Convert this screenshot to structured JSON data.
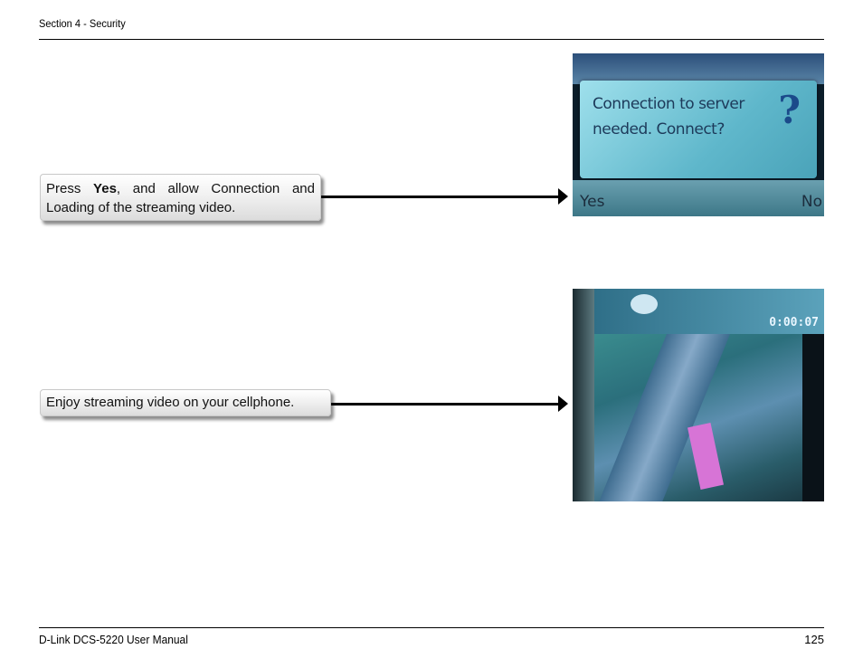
{
  "header": {
    "section": "Section 4 - Security"
  },
  "callouts": {
    "first": {
      "prefix": "Press ",
      "bold": "Yes",
      "suffix": ", and allow Connection and Loading of the streaming video."
    },
    "second": {
      "text": "Enjoy streaming video on your cellphone."
    }
  },
  "screen1": {
    "dialog_line1": "Connection to server",
    "dialog_line2": "needed. Connect?",
    "question_icon": "question-mark-icon",
    "soft_left": "Yes",
    "soft_right": "No"
  },
  "screen2": {
    "timer": "0:00:07"
  },
  "footer": {
    "manual": "D-Link DCS-5220 User Manual",
    "page": "125"
  },
  "colors": {
    "rule": "#000000",
    "dialog": "#6fc4d6",
    "bus": "#d774d6"
  }
}
